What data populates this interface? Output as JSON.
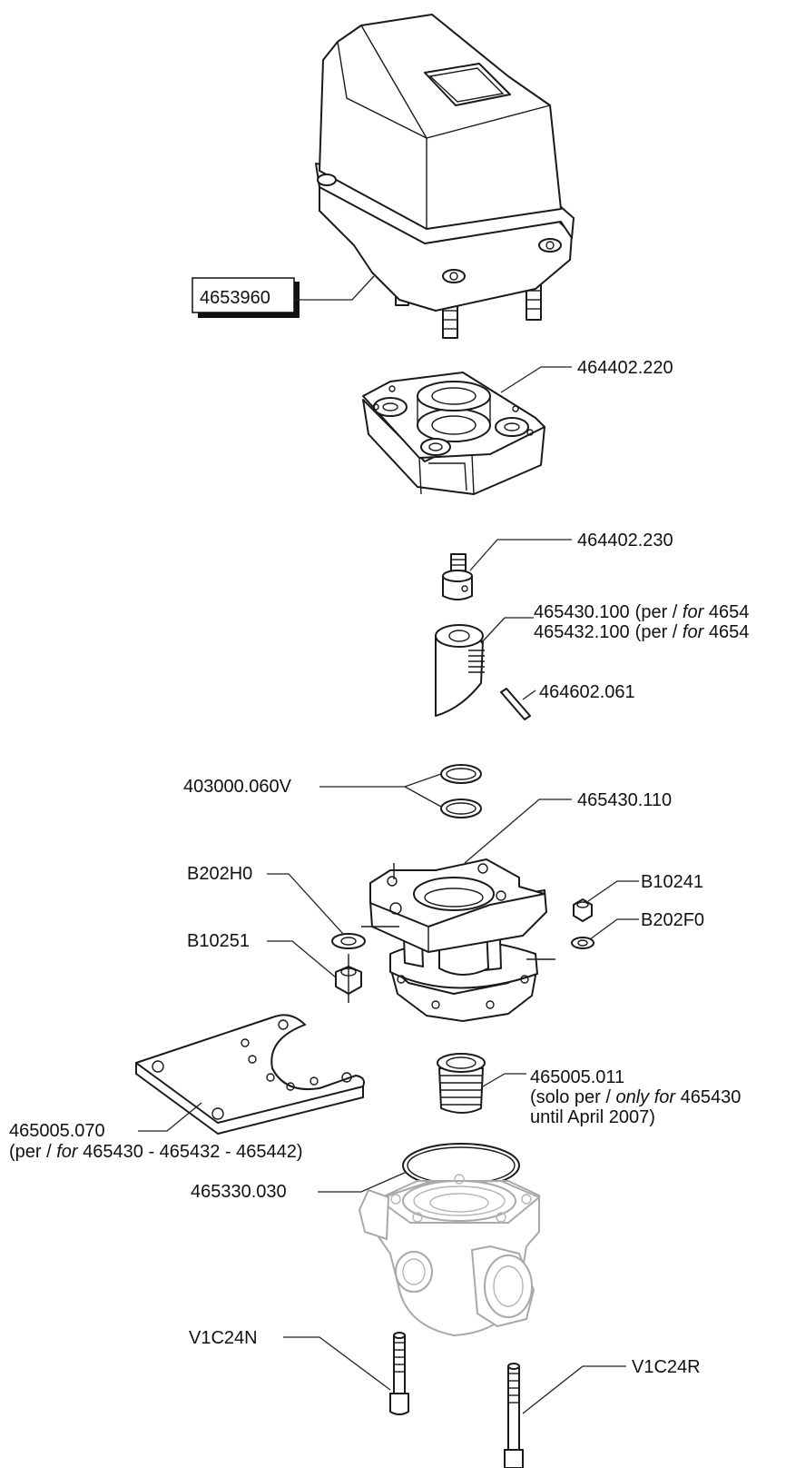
{
  "labels": {
    "actuator": "4653960",
    "bracket": "464402.220",
    "spindle_adapter": "464402.230",
    "coupling_line1_code": "465430.100",
    "coupling_line1_note_pre": "(per / ",
    "coupling_line1_note_em": "for",
    "coupling_line1_note_post": " 4654",
    "coupling_line2_code": "465432.100",
    "coupling_line2_note_pre": "(per / ",
    "coupling_line2_note_em": "for",
    "coupling_line2_note_post": " 4654",
    "pin": "464602.061",
    "orings": "403000.060V",
    "flange": "465430.110",
    "washer_left": "B202H0",
    "nut_left": "B10251",
    "nut_right": "B10241",
    "washer_right": "B202F0",
    "plate": "465005.070",
    "plate_note_pre": "(per / ",
    "plate_note_em": "for",
    "plate_note_post": " 465430 - 465432 - 465442)",
    "fitting": "465005.011",
    "fitting_note_pre": "(solo per / ",
    "fitting_note_em": "only for",
    "fitting_note_post": " 465430",
    "fitting_note_line2": "until April 2007)",
    "gasket": "465330.030",
    "screw_left": "V1C24N",
    "screw_right": "V1C24R"
  },
  "colors": {
    "line": "#1a1a1a",
    "valve_body": "#a9a9a9",
    "background": "#ffffff"
  }
}
